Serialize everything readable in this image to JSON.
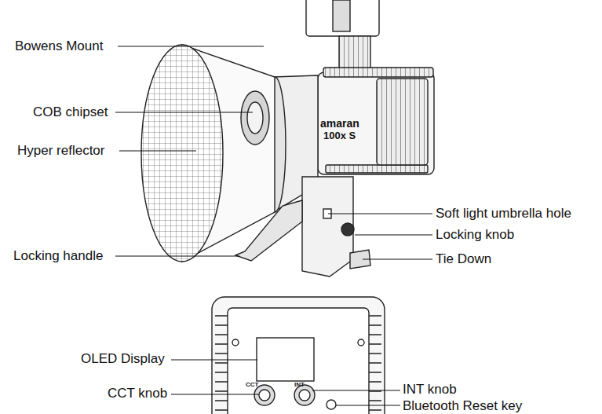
{
  "diagram": {
    "labels": [
      "Bowens Mount",
      "COB chipset",
      "Hyper reflector",
      "Soft light umbrella hole",
      "Locking knob",
      "Locking handle",
      "Tie Down",
      "amaran",
      "100x S",
      "OLED Display",
      "CCT knob",
      "INT knob",
      "Bluetooth Reset key",
      "CCT",
      "INT"
    ]
  }
}
